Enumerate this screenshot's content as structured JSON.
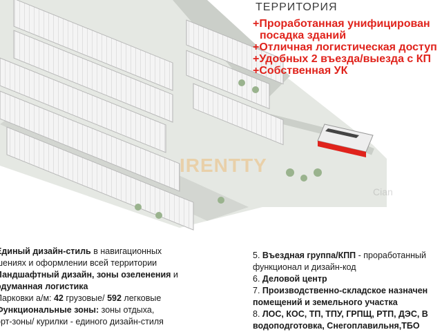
{
  "header": {
    "title": "ТЕРРИТОРИЯ",
    "bullets": [
      "+Проработанная унифицирован",
      "посадка зданий",
      "+Отличная логистическая доступ",
      "+Удобных 2 въезда/выезда с КП",
      "+Собственная УК"
    ]
  },
  "left_text": {
    "lines": [
      {
        "bold": "Единый дизайн-стиль",
        "rest": " в навигационных"
      },
      {
        "bold": "",
        "rest": "шениях и оформлении всей территории"
      },
      {
        "bold": "Ландшафтный дизайн, зоны озеленения",
        "rest": " и"
      },
      {
        "bold": "одуманная логистика",
        "rest": ""
      },
      {
        "pre": "Парковки а/м: ",
        "b1": "42",
        "mid": " грузовые/ ",
        "b2": "592",
        "post": " легковые"
      },
      {
        "bold": "Функциональные зоны:",
        "rest": " зоны отдыха,"
      },
      {
        "bold": "",
        "rest": "орт-зоны/ курилки - единого дизайн-стиля"
      }
    ]
  },
  "right_text": {
    "lines": [
      {
        "pre": "5. ",
        "bold": "Въездная группа/КПП",
        "rest": " - проработанный"
      },
      {
        "pre": "",
        "bold": "",
        "rest": "функционал и дизайн-код"
      },
      {
        "pre": "6. ",
        "bold": "Деловой центр",
        "rest": ""
      },
      {
        "pre": "7. ",
        "bold": "Производственно-складское назначен",
        "rest": ""
      },
      {
        "pre": "",
        "bold": "помещений и земельного участка",
        "rest": ""
      },
      {
        "pre": "8. ",
        "bold": "ЛОС, КОС, ТП, ТПУ, ГРПЩ, РТП, ДЭС, В",
        "rest": ""
      },
      {
        "pre": "",
        "bold": "водоподготовка, Снегоплавильня,ТБО",
        "rest": ""
      }
    ]
  },
  "watermark": {
    "main": "IRENTTY",
    "corner": "Cian"
  },
  "colors": {
    "accent": "#e0231c",
    "text": "#1a1a1a",
    "roof": "#f2f2f2",
    "road": "#c9cdc8"
  }
}
